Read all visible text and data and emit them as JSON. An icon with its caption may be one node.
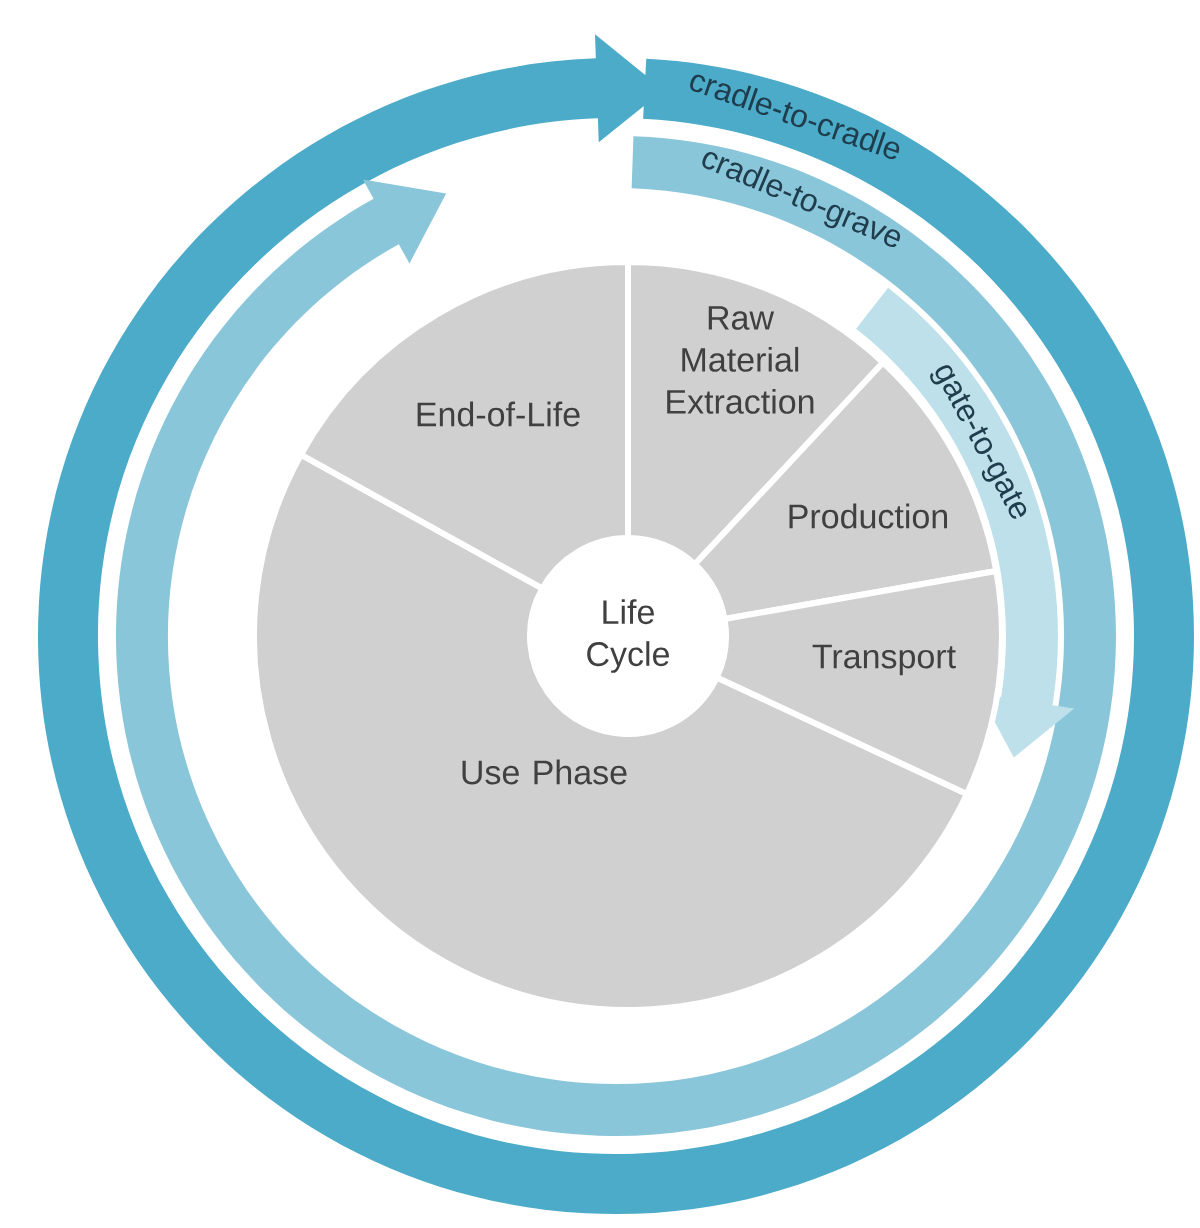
{
  "diagram": {
    "nodes": [
      {
        "text": [
          "cradle-to-cradle"
        ]
      },
      {
        "text": [
          "cradle-to-grave"
        ]
      },
      {
        "text": [
          "gate-to-gate"
        ]
      },
      {
        "text": [
          "Raw Material Extraction"
        ]
      },
      {
        "text": [
          "Production"
        ]
      },
      {
        "text": [
          "Transport"
        ]
      },
      {
        "text": [
          "Use Phase"
        ]
      },
      {
        "text": [
          "End-of-Life"
        ]
      },
      {
        "text": [
          "Life Cycle"
        ]
      }
    ]
  }
}
